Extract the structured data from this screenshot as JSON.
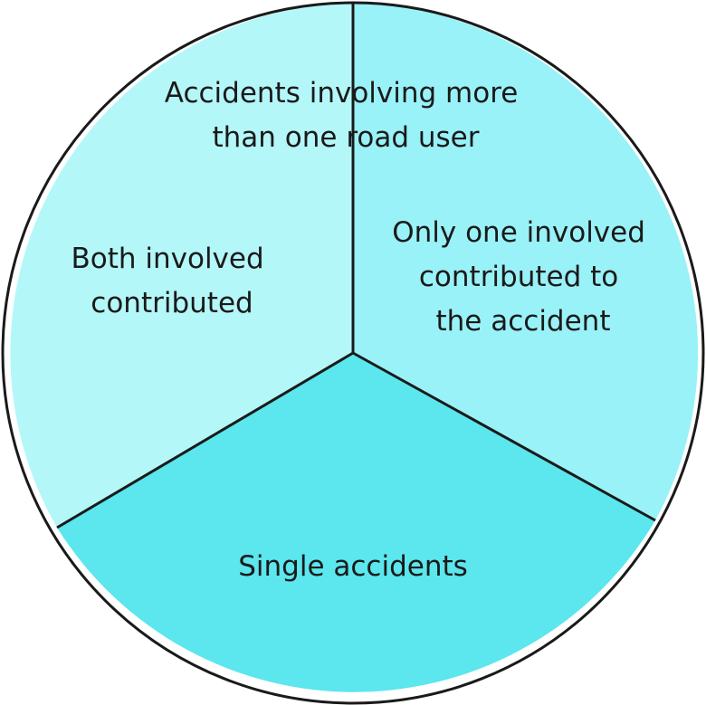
{
  "diagram": {
    "header_label": [
      "Accidents involving more",
      "than one road user"
    ],
    "segments": [
      {
        "id": "both-involved",
        "label_lines": [
          "Both involved",
          "contributed"
        ],
        "color": "#b4f7f9"
      },
      {
        "id": "only-one-involved",
        "label_lines": [
          "Only one involved",
          "contributed to",
          "the accident"
        ],
        "color": "#99f2f7"
      },
      {
        "id": "single-accidents",
        "label_lines": [
          "Single accidents"
        ],
        "color": "#5ce6ee"
      }
    ],
    "outline_color": "#1a1a1a"
  }
}
